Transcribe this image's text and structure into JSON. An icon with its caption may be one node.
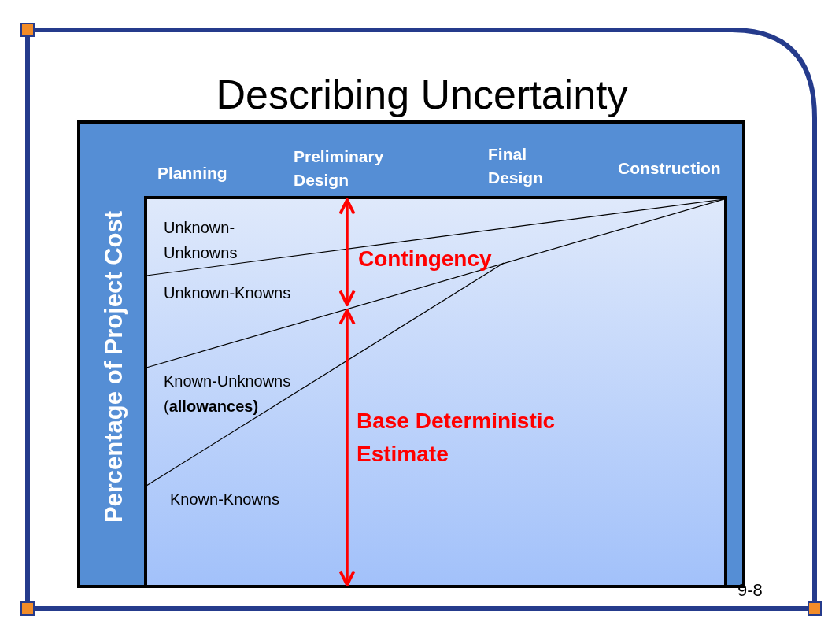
{
  "diagram": {
    "title": "Describing Uncertainty",
    "labels": [
      "Planning",
      "Preliminary Design",
      "Final Design",
      "Construction",
      "Percentage of Project Cost",
      "Unknown- Unknowns",
      "Contingency",
      "Unknown-Knowns",
      "Known-Unknowns (**allowances)**",
      "Base Deterministic Estimate",
      "Known-Knowns",
      "9-8"
    ]
  }
}
